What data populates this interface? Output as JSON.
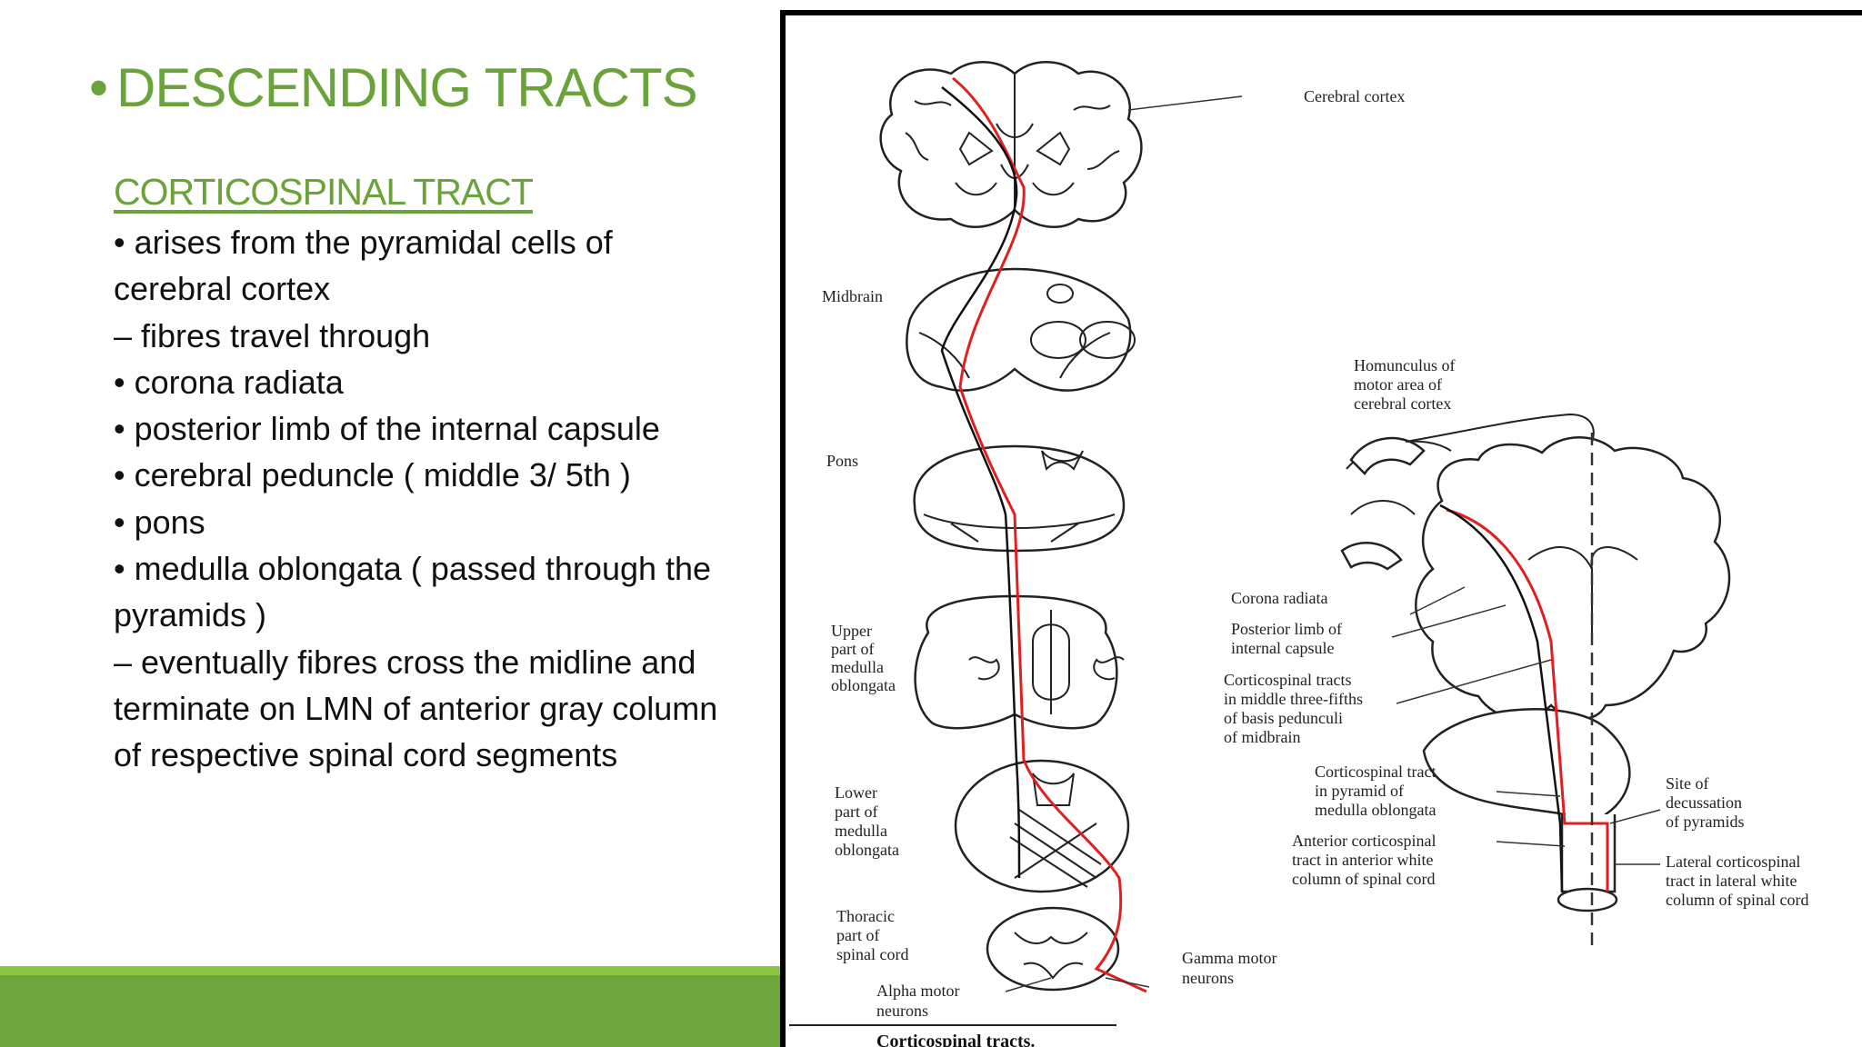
{
  "slide": {
    "bullet": "•",
    "title": "DESCENDING TRACTS",
    "subheading": "CORTICOSPINAL TRACT",
    "lines": [
      "• arises from the pyramidal cells of",
      "cerebral cortex",
      "– fibres travel through",
      "• corona radiata",
      "• posterior limb of the internal capsule",
      "• cerebral peduncle ( middle 3/ 5th )",
      "• pons",
      "• medulla oblongata ( passed through the",
      "pyramids )",
      "– eventually fibres cross the midline and",
      "terminate on LMN of anterior gray column",
      "of respective spinal cord segments"
    ]
  },
  "figure": {
    "caption": "Corticospinal tracts.",
    "labels": {
      "cerebral_cortex": "Cerebral cortex",
      "midbrain": "Midbrain",
      "pons": "Pons",
      "upper_medulla": [
        "Upper",
        "part of",
        "medulla",
        "oblongata"
      ],
      "lower_medulla": [
        "Lower",
        "part of",
        "medulla",
        "oblongata"
      ],
      "thoracic": [
        "Thoracic",
        "part of",
        "spinal cord"
      ],
      "alpha": [
        "Alpha motor",
        "neurons"
      ],
      "gamma": [
        "Gamma motor",
        "neurons"
      ],
      "homunculus": [
        "Homunculus of",
        "motor area of",
        "cerebral cortex"
      ],
      "corona": "Corona radiata",
      "posterior_limb": [
        "Posterior limb of",
        "internal capsule"
      ],
      "corticospinal_midbrain": [
        "Corticospinal tracts",
        "in middle three-fifths",
        "of basis pedunculi",
        "of midbrain"
      ],
      "pyramid": [
        "Corticospinal tract",
        "in pyramid of",
        "medulla oblongata"
      ],
      "anterior": [
        "Anterior corticospinal",
        "tract in anterior white",
        "column of spinal cord"
      ],
      "decussation": [
        "Site of",
        "decussation",
        "of pyramids"
      ],
      "lateral": [
        "Lateral corticospinal",
        "tract in lateral white",
        "column of spinal cord"
      ]
    }
  },
  "colors": {
    "accent_green": "#6aa33a",
    "bar_light": "#8cc63f",
    "bar_dark": "#6fa53a",
    "tract_red": "#e0201e"
  }
}
